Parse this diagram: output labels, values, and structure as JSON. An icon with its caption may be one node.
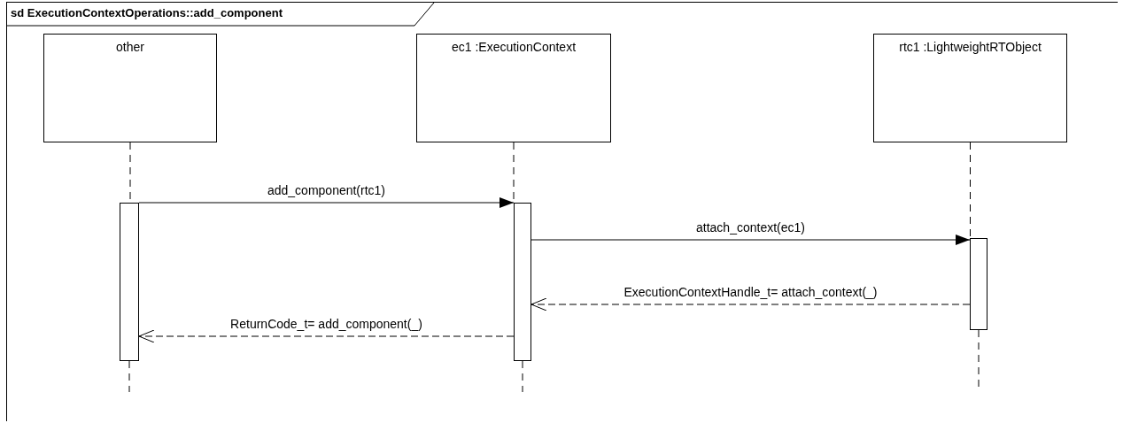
{
  "diagram": {
    "nodes": [
      {
        "text": [
          "sd ExecutionContextOperations::add_component"
        ]
      },
      {
        "text": [
          "other"
        ],
        "in": 0
      },
      {
        "text": [
          "ec1 :ExecutionContext"
        ],
        "in": 0
      },
      {
        "text": [
          "rtc1 :LightweightRTObject"
        ],
        "in": 0
      },
      {
        "text": [],
        "shape": "bar",
        "in": 0
      },
      {
        "text": [],
        "shape": "bar",
        "in": 0
      },
      {
        "text": [],
        "shape": "bar",
        "in": 0
      }
    ],
    "edges": [
      {
        "from": 4,
        "to": 5,
        "arrow": "to",
        "label": "add_component(rtc1)"
      },
      {
        "from": 5,
        "to": 6,
        "arrow": "to",
        "label": "attach_context(ec1)"
      },
      {
        "from": 6,
        "to": 5,
        "arrow": "to",
        "label": "ExecutionContextHandle_t= attach_context(_)",
        "style": "dashed"
      },
      {
        "from": 5,
        "to": 4,
        "arrow": "to",
        "label": "ReturnCode_t= add_component(_)",
        "style": "dashed"
      },
      {
        "from": 1,
        "to": 4,
        "arrow": "none",
        "style": "dashed"
      },
      {
        "from": 2,
        "to": 5,
        "arrow": "none",
        "style": "dashed"
      },
      {
        "from": 3,
        "to": 6,
        "arrow": "none",
        "style": "dashed"
      }
    ]
  }
}
